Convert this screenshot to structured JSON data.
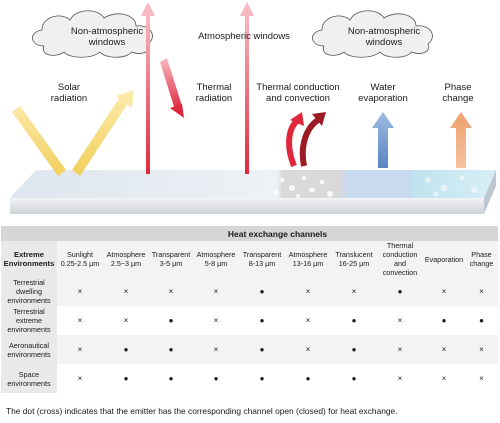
{
  "scene": {
    "cloud_left": "Non-atmospheric windows",
    "cloud_right": "Non-atmospheric windows",
    "atm_windows": "Atmospheric windows",
    "solar": "Solar radiation",
    "thermal_radiation": "Thermal radiation",
    "conduction": "Thermal conduction and convection",
    "water": "Water evaporation",
    "phase": "Phase change",
    "colors": {
      "solar": "#f2d36b",
      "thermal": "#e8394a",
      "conduction": "#b3222b",
      "water": "#6f94c9",
      "phase": "#f0b28a"
    }
  },
  "table": {
    "title": "Heat exchange channels",
    "env_header": "Extreme Environments",
    "columns": [
      {
        "l1": "Sunlight",
        "l2": "0.25-2.5 μm",
        "l3": ""
      },
      {
        "l1": "Atmosphere",
        "l2": "2.5~3 μm",
        "l3": ""
      },
      {
        "l1": "Transparent",
        "l2": "3-5 μm",
        "l3": ""
      },
      {
        "l1": "Atmosphere",
        "l2": "5-8 μm",
        "l3": ""
      },
      {
        "l1": "Transparent",
        "l2": "8-13 μm",
        "l3": ""
      },
      {
        "l1": "Atmosphere",
        "l2": "13-16 μm",
        "l3": ""
      },
      {
        "l1": "Translucent",
        "l2": "16-25 μm",
        "l3": ""
      },
      {
        "l1": "Thermal",
        "l2": "conduction",
        "l3": "and convection"
      },
      {
        "l1": "Evaporation",
        "l2": "",
        "l3": ""
      },
      {
        "l1": "Phase",
        "l2": "change",
        "l3": ""
      }
    ],
    "rows": [
      {
        "env": [
          "Terrestrial",
          "dwelling",
          "environments"
        ],
        "marks": [
          "×",
          "×",
          "×",
          "×",
          "●",
          "×",
          "×",
          "●",
          "×",
          "×"
        ]
      },
      {
        "env": [
          "Terrestrial",
          "extreme",
          "environments"
        ],
        "marks": [
          "×",
          "×",
          "●",
          "×",
          "●",
          "×",
          "●",
          "×",
          "●",
          "●"
        ]
      },
      {
        "env": [
          "Aeronautical",
          "environments",
          ""
        ],
        "marks": [
          "×",
          "●",
          "●",
          "×",
          "●",
          "×",
          "●",
          "×",
          "×",
          "×"
        ]
      },
      {
        "env": [
          "Space",
          "environments",
          ""
        ],
        "marks": [
          "×",
          "●",
          "●",
          "●",
          "●",
          "●",
          "●",
          "×",
          "×",
          "×"
        ]
      }
    ]
  },
  "caption": "The dot (cross) indicates that the emitter has the corresponding channel open (closed) for heat exchange."
}
